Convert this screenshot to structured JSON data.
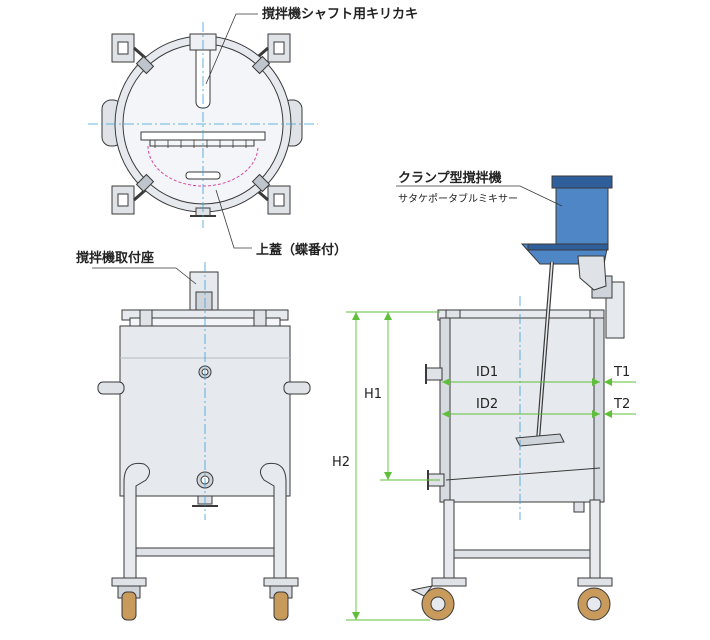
{
  "labels": {
    "shaft_cutout": "撹拌機シャフト用キリカキ",
    "top_lid": "上蓋（蝶番付）",
    "mount_seat": "撹拌機取付座",
    "clamp_mixer": "クランプ型撹拌機",
    "clamp_mixer_sub": "サタケポータブルミキサー"
  },
  "dimensions": {
    "id1": "ID1",
    "id2": "ID2",
    "t1": "T1",
    "t2": "T2",
    "h1": "H1",
    "h2": "H2"
  },
  "colors": {
    "outline": "#3a3a3a",
    "tank_fill": "#e6e9ee",
    "tank_light": "#f3f5f8",
    "shadow": "#b7bcc4",
    "center_line": "#3aa0d8",
    "dimension_line": "#5fbf3a",
    "motor_blue": "#4f86c6",
    "motor_dark": "#2f5f9a",
    "wheel_tan": "#c89a5c",
    "hidden_line": "#d64aa0"
  }
}
